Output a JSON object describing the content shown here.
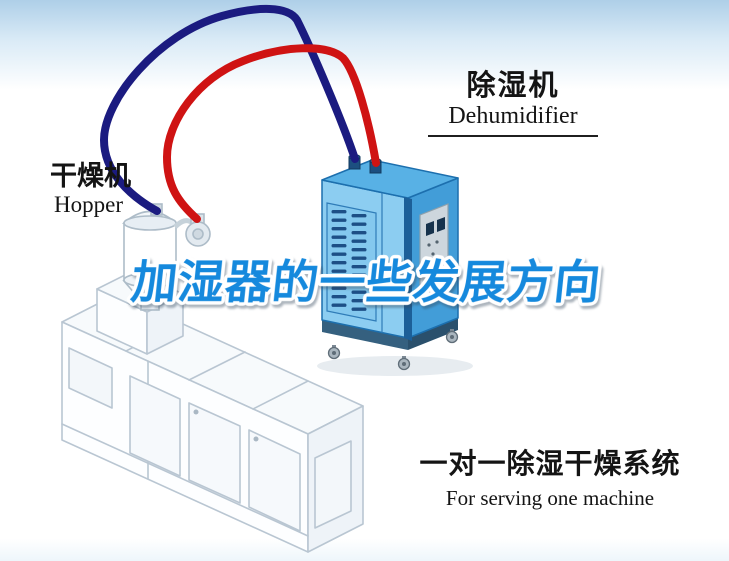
{
  "title": {
    "text": "加湿器的一些发展方向"
  },
  "labels": {
    "hopper": {
      "cn": "干燥机",
      "en": "Hopper"
    },
    "dehumidifier": {
      "cn": "除湿机",
      "en": "Dehumidifier"
    },
    "system": {
      "cn": "一对一除湿干燥系统",
      "en": "For serving one machine"
    }
  },
  "colors": {
    "title_fill": "#1589dd",
    "title_outline": "#ffffff",
    "pipe_navy": "#1b1b80",
    "pipe_red": "#cf1313",
    "unit_front": "#8ccdf1",
    "unit_side": "#429dd8",
    "unit_top": "#58b1e5",
    "unit_trim": "#1c6fae",
    "machine_line": "#b9c6d2",
    "label_text": "#141414",
    "background_sky": "#aecfe8"
  },
  "illustration": {
    "parts": [
      "extruder-machine",
      "hopper-dryer-unit",
      "dehumidifier-unit",
      "navy-return-hose",
      "red-supply-hose"
    ]
  }
}
